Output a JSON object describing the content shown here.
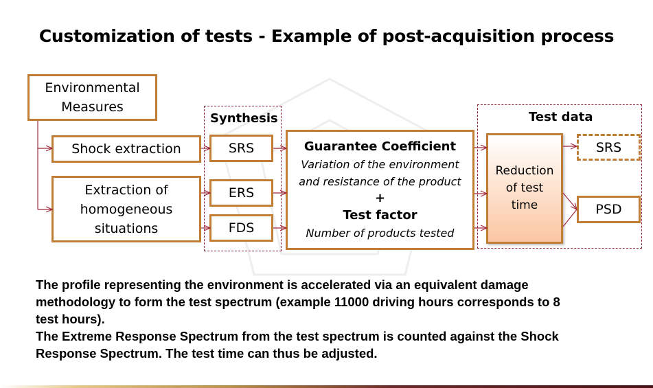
{
  "title": "Customization of tests - Example of post-acquisition process",
  "diagram": {
    "environmental_measures": [
      "Environmental",
      "Measures"
    ],
    "shock_extraction": "Shock extraction",
    "homogeneous_extraction": [
      "Extraction of",
      "homogeneous",
      "situations"
    ],
    "synthesis_group": {
      "label": "Synthesis",
      "items": [
        "SRS",
        "ERS",
        "FDS"
      ]
    },
    "guarantee_box": {
      "title": "Guarantee Coefficient",
      "desc_line1": "Variation of the environment",
      "desc_line2": "and resistance of the product",
      "plus": "+",
      "factor_title": "Test factor",
      "factor_desc": "Number of products tested"
    },
    "test_data_group": {
      "label": "Test data",
      "reduction": [
        "Reduction",
        "of test",
        "time"
      ],
      "outputs": [
        "SRS",
        "PSD"
      ]
    }
  },
  "body_text": {
    "line1": "The profile representing the environment is accelerated via an equivalent damage",
    "line2": "methodology to form the test spectrum (example 11000 driving hours corresponds to 8",
    "line3": "test hours).",
    "line4": "The Extreme Response Spectrum from the test spectrum is counted against the Shock",
    "line5": "Response Spectrum. The test time can thus be adjusted."
  },
  "colors": {
    "box_border": "#c07d35",
    "arrow": "#a0283a",
    "group_border": "#8b2535",
    "reduction_fill": "#fcc6a3"
  }
}
